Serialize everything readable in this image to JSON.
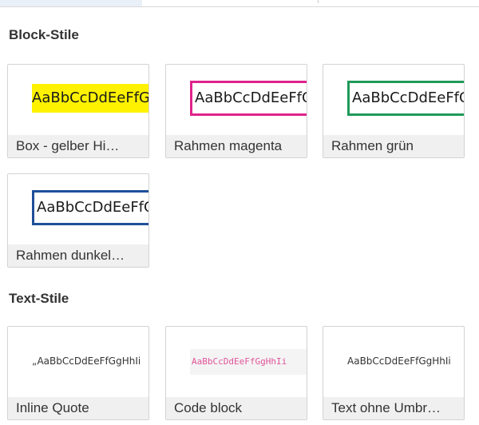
{
  "block_styles": {
    "heading": "Block-Stile",
    "items": [
      {
        "sample": "AaBbCcDdEeFfGgHhIi",
        "label": "Box - gelber Hi…"
      },
      {
        "sample": "AaBbCcDdEeFfGgHhIi",
        "label": "Rahmen magenta"
      },
      {
        "sample": "AaBbCcDdEeFfGgHhIi",
        "label": "Rahmen grün"
      },
      {
        "sample": "AaBbCcDdEeFfGgHhIi",
        "label": "Rahmen dunkel…"
      }
    ]
  },
  "text_styles": {
    "heading": "Text-Stile",
    "items": [
      {
        "sample": "„AaBbCcDdEeFfGgHhIi",
        "label": "Inline Quote"
      },
      {
        "sample": "AaBbCcDdEeFfGgHhIi",
        "label": "Code block"
      },
      {
        "sample": "AaBbCcDdEeFfGgHhIi",
        "label": "Text ohne Umbr…"
      }
    ]
  },
  "colors": {
    "highlight_yellow": "#fff200",
    "border_magenta": "#e0238c",
    "border_green": "#1f9a5a",
    "border_dark_blue": "#1f4f99",
    "code_text_pink": "#e0559a"
  }
}
